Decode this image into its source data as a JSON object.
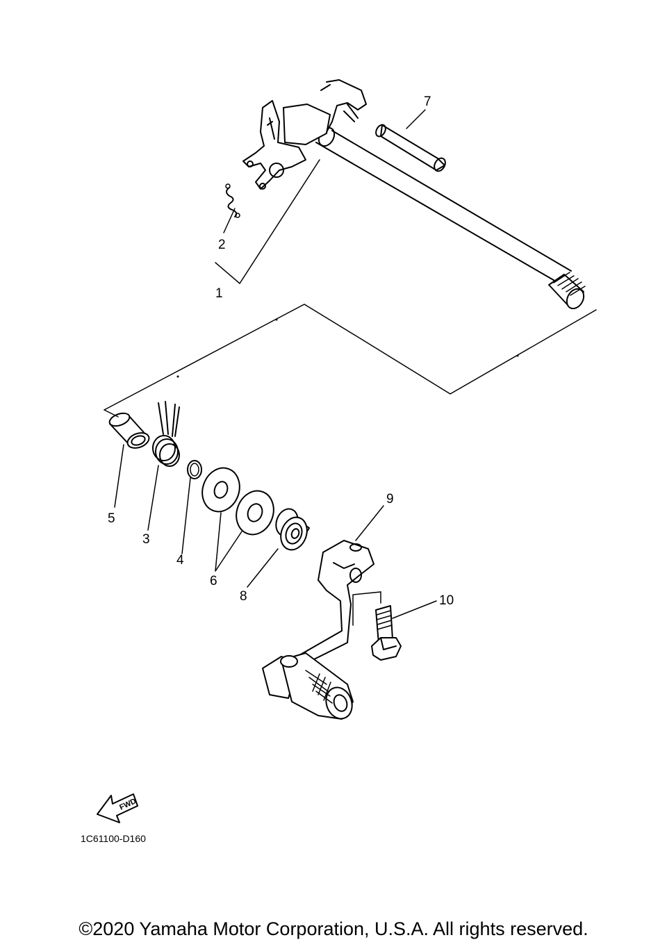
{
  "diagram": {
    "part_numbers": {
      "p1": "1",
      "p2": "2",
      "p3": "3",
      "p4": "4",
      "p5": "5",
      "p6": "6",
      "p7": "7",
      "p8": "8",
      "p9": "9",
      "p10": "10"
    },
    "arrow_label": "FWD",
    "drawing_code": "1C61100-D160"
  },
  "footer": {
    "copyright": "©2020 Yamaha Motor Corporation, U.S.A. All rights reserved."
  }
}
